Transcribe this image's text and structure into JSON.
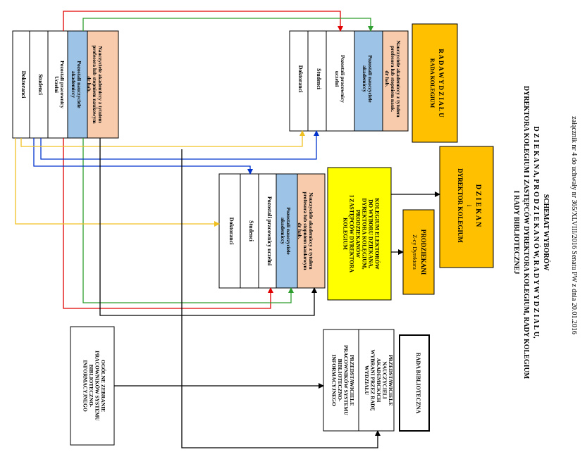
{
  "header": {
    "annex": "załącznik nr 4 do uchwały nr 365/XLVIII/2016 Senatu PW z dnia 20.01.2016",
    "title_lines": [
      "SCHEMAT WYBORÓW",
      "D Z I E K A N A,  P R O D Z I E K A N Ó W,  R A D Y  W Y D Z I A Ł U,",
      "DYREKTORA KOLEGIUM I ZASTĘPCÓW DYREKTORA KOLEGIUM, RADY KOLEGIUM",
      "I RADY BIBLIOTECZNEJ"
    ]
  },
  "groups": {
    "g1": [
      "Doktoranci",
      "Studenci",
      "Pozostali pracownicy Uczelni",
      "Pozostali nauczyciele akademiccy",
      "Nauczyciele akademiccy z tytułem profesora lub stopniem naukowym dr hab."
    ],
    "g2": [
      "Doktoranci",
      "Studenci",
      "Pozostali pracownicy uczelni",
      "Pozostali nauczyciele akademiccy",
      "Nauczyciele akademiccy z tytułem profesora lub stopniem nauk. dr hab."
    ],
    "g3": [
      "Doktoranci",
      "Studenci",
      "Pozostali pracownicy uczelni",
      "Pozostali nauczyciele akademiccy",
      "Nauczyciele akademiccy z tytułem profesora lub stopniem naukowym dr hab."
    ]
  },
  "bodies": {
    "rada": [
      "R A D A  W Y D Z I A Ł U",
      "RADA KOLEGIUM"
    ],
    "dziekan": [
      "D Z I E K A N",
      "i",
      "DYREKTOR KOLEGIUM"
    ],
    "prodziekani": [
      "PRODZIEKANI",
      "Z-cy Dyrektora"
    ],
    "kolegium": [
      "KOLEGIUM ELEKTORÓW",
      "DO WYBORU DZIEKANA,",
      "DYREKTORA KOLEGIUM,",
      "PRODZIEKANÓW",
      "I ZASTĘPCÓW DYREKTORA",
      "KOLEGIUM"
    ],
    "zebranie": [
      "OGÓLNE ZEBRANIE",
      "PRACOWNIKÓW SYSTEMU",
      "BIBLIOTECZNO-",
      "INFORMACYJNEGO"
    ],
    "rada_bib_title": "RADA BIBLIOTECZNA",
    "rada_bib_part1": [
      "PRZEDSTAWICIELE",
      "NAUCZYCIELI",
      "AKADEMICKICH",
      "WYBRANI PRZEZ RADĘ",
      "WYDZIAŁU"
    ],
    "rada_bib_part2": [
      "PRZEDSTAWICIELE",
      "PRACOWNIKÓW SYSTEMU",
      "BIBLIOTECZNO-",
      "INFORMACYJNEGO"
    ]
  },
  "colors": {
    "orange": "#ffc000",
    "yellow": "#ffff00",
    "blue_fill": "#9dc3e6",
    "salmon_fill": "#f8cbad",
    "red": "#e00000",
    "green": "#2e9e2e",
    "blue": "#0033cc",
    "gold": "#f0c020",
    "black": "#000000"
  }
}
